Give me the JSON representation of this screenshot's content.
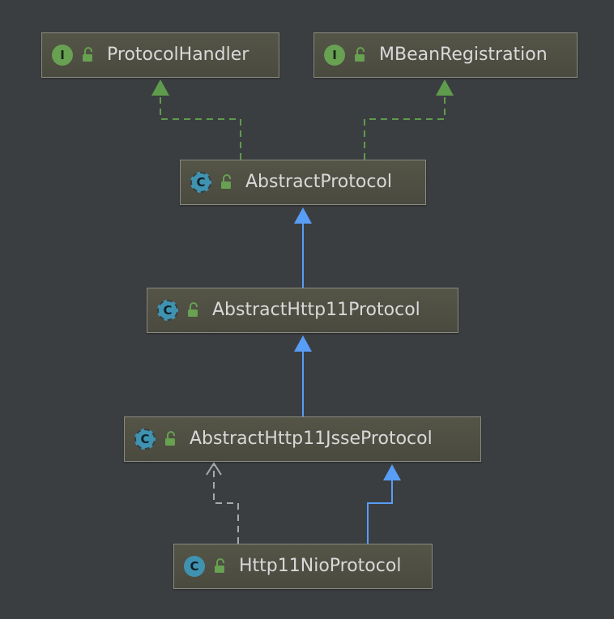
{
  "diagram": {
    "nodes": [
      {
        "id": "protocolhandler",
        "label": "ProtocolHandler",
        "kind": "interface",
        "kind_letter": "I",
        "access": "public"
      },
      {
        "id": "mbeanregistration",
        "label": "MBeanRegistration",
        "kind": "interface",
        "kind_letter": "I",
        "access": "public"
      },
      {
        "id": "abstractprotocol",
        "label": "AbstractProtocol",
        "kind": "abstract",
        "kind_letter": "C",
        "access": "public"
      },
      {
        "id": "abstracthttp11protocol",
        "label": "AbstractHttp11Protocol",
        "kind": "abstract",
        "kind_letter": "C",
        "access": "public"
      },
      {
        "id": "abstracthttp11jsseprotocol",
        "label": "AbstractHttp11JsseProtocol",
        "kind": "abstract",
        "kind_letter": "C",
        "access": "public"
      },
      {
        "id": "http11nioprotocol",
        "label": "Http11NioProtocol",
        "kind": "class",
        "kind_letter": "C",
        "access": "public"
      }
    ],
    "edges": [
      {
        "from": "abstractprotocol",
        "to": "protocolhandler",
        "type": "implements"
      },
      {
        "from": "abstractprotocol",
        "to": "mbeanregistration",
        "type": "implements"
      },
      {
        "from": "abstracthttp11protocol",
        "to": "abstractprotocol",
        "type": "extends"
      },
      {
        "from": "abstracthttp11jsseprotocol",
        "to": "abstracthttp11protocol",
        "type": "extends"
      },
      {
        "from": "http11nioprotocol",
        "to": "abstracthttp11jsseprotocol",
        "type": "extends"
      },
      {
        "from": "http11nioprotocol",
        "to": "abstracthttp11jsseprotocol",
        "type": "dependency"
      }
    ],
    "colors": {
      "background": "#3b3e41",
      "node_fill": "#4f4f44",
      "node_border": "#8a8a80",
      "node_text": "#d9d9d9",
      "implements": "#5f9b4c",
      "extends": "#589df6",
      "dependency": "#a9a9a9",
      "interface_icon": "#67a151",
      "class_icon": "#3f93b0",
      "lock_icon": "#67a151"
    }
  }
}
